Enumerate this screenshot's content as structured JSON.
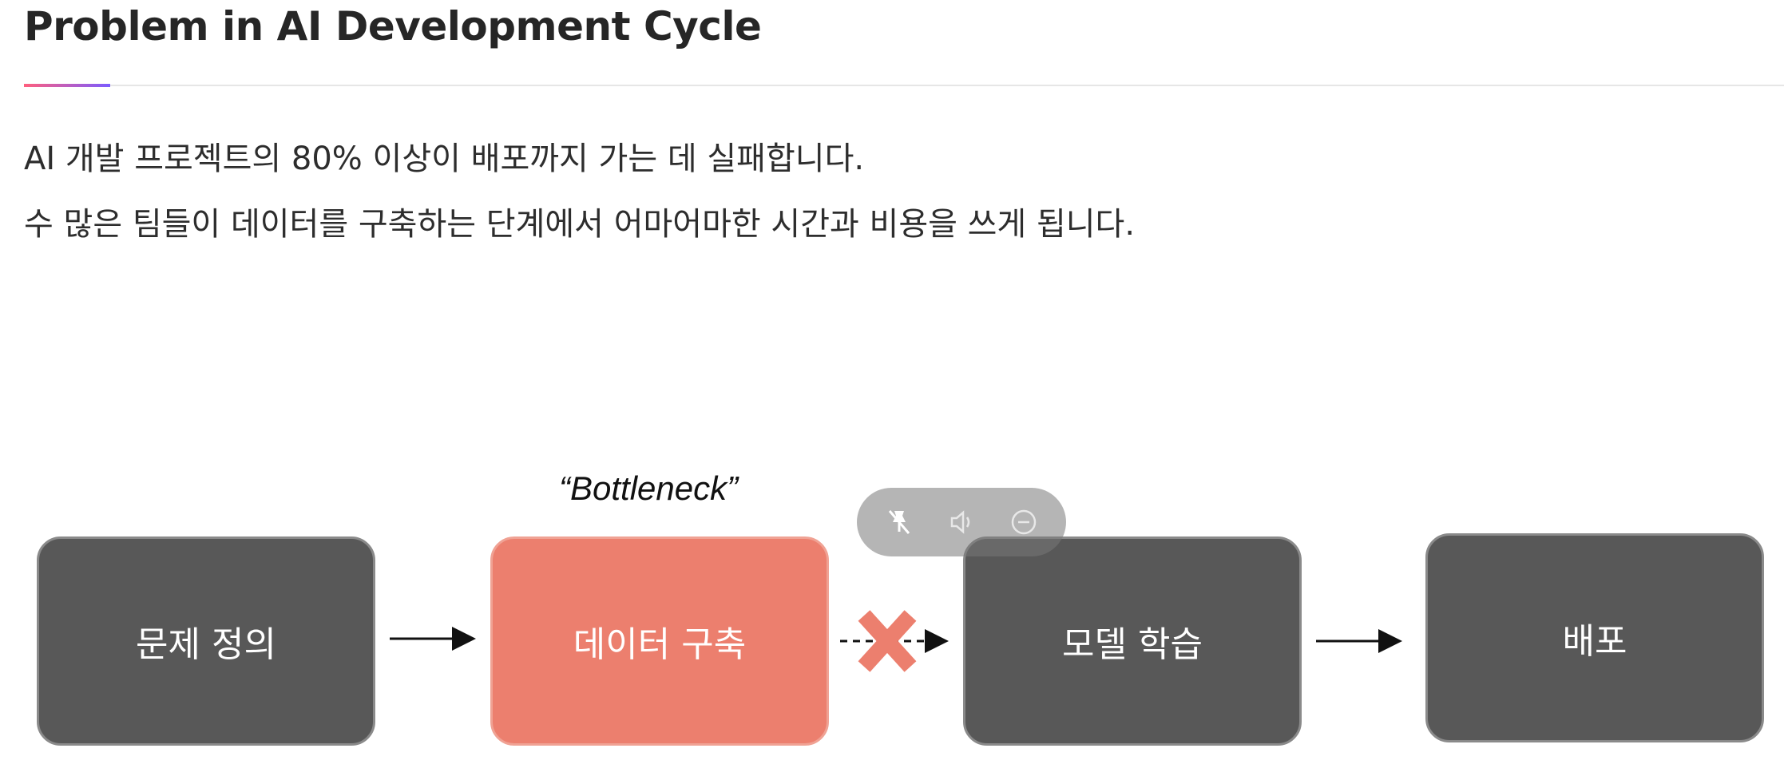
{
  "header": {
    "title": "Problem in AI Development Cycle"
  },
  "body": {
    "line1": "AI 개발 프로젝트의 80% 이상이 배포까지 가는 데 실패합니다.",
    "line2": "수 많은 팀들이 데이터를 구축하는 단계에서 어마어마한 시간과 비용을 쓰게 됩니다."
  },
  "diagram": {
    "caption": "“Bottleneck”",
    "steps": [
      {
        "label": "문제 정의"
      },
      {
        "label": "데이터 구축"
      },
      {
        "label": "모델 학습"
      },
      {
        "label": "배포"
      }
    ]
  },
  "overlay_controls": {
    "icons": [
      "unpin-icon",
      "volume-icon",
      "minus-circle-icon"
    ]
  },
  "colors": {
    "box_dark": "#585858",
    "box_highlight": "#ec7f6e",
    "x_mark": "#ec7f6e",
    "accent_start": "#ff5f7e",
    "accent_end": "#7b5cff"
  }
}
